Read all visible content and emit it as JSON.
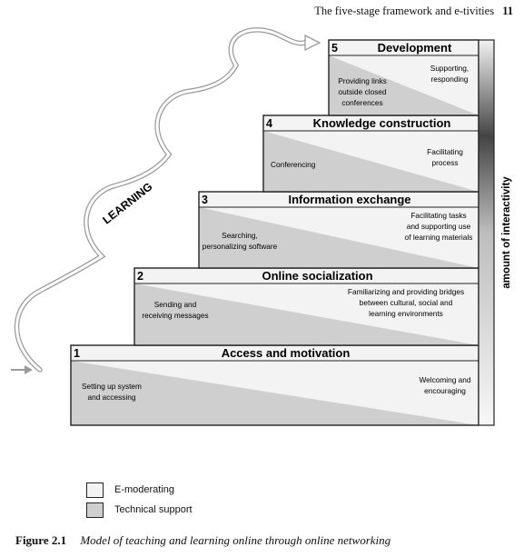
{
  "header": {
    "running_title": "The five-stage framework and e-tivities",
    "page_number": "11"
  },
  "colors": {
    "e_moderating": "#f3f3f3",
    "technical_support": "#cfcfcf",
    "outline": "#222222",
    "arrow": "#bdbdbd"
  },
  "diagram": {
    "learning_label": "LEARNING",
    "side_label": "amount of interactivity",
    "stages": [
      {
        "number": "1",
        "title": "Access and motivation",
        "left_lines": [
          "Setting up system",
          "and accessing"
        ],
        "right_lines": [
          "Welcoming and",
          "encouraging"
        ]
      },
      {
        "number": "2",
        "title": "Online socialization",
        "left_lines": [
          "Sending and",
          "receiving messages"
        ],
        "right_lines": [
          "Familiarizing and providing bridges",
          "between cultural, social and",
          "learning environments"
        ]
      },
      {
        "number": "3",
        "title": "Information exchange",
        "left_lines": [
          "Searching,",
          "personalizing software"
        ],
        "right_lines": [
          "Facilitating tasks",
          "and supporting use",
          "of learning materials"
        ]
      },
      {
        "number": "4",
        "title": "Knowledge construction",
        "left_lines": [
          "Conferencing"
        ],
        "right_lines": [
          "Facilitating",
          "process"
        ]
      },
      {
        "number": "5",
        "title": "Development",
        "left_lines": [
          "Providing links",
          "outside closed",
          "conferences"
        ],
        "right_lines": [
          "Supporting,",
          "responding"
        ]
      }
    ]
  },
  "legend": {
    "e_moderating": "E-moderating",
    "technical_support": "Technical support"
  },
  "caption": {
    "number": "Figure 2.1",
    "text": "Model of teaching and learning online through online networking"
  }
}
